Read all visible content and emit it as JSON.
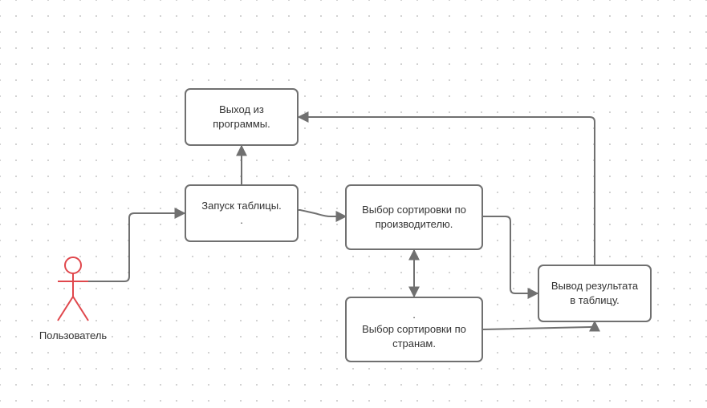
{
  "diagram": {
    "actor": {
      "label": "Пользователь",
      "color": "#e0474c"
    },
    "nodes": {
      "exit": {
        "line1": "Выход из",
        "line2": "программы."
      },
      "launch": {
        "line1": "Запуск таблицы.",
        "line2": "."
      },
      "sort_manufacturer": {
        "line1": "Выбор сортировки по",
        "line2": "производителю."
      },
      "sort_country": {
        "line0": ".",
        "line1": "Выбор сортировки по",
        "line2": "странам."
      },
      "output": {
        "line1": "Вывод результата",
        "line2": "в таблицу."
      }
    },
    "edges": [
      {
        "from": "actor",
        "to": "launch"
      },
      {
        "from": "launch",
        "to": "exit"
      },
      {
        "from": "launch",
        "to": "sort_manufacturer"
      },
      {
        "from": "sort_manufacturer",
        "to": "sort_country",
        "bidirectional": true
      },
      {
        "from": "sort_manufacturer",
        "to": "output"
      },
      {
        "from": "sort_country",
        "to": "output"
      },
      {
        "from": "output",
        "to": "exit"
      }
    ],
    "colors": {
      "stroke": "#707070",
      "text": "#333333",
      "grid_dot": "#cfcfcf"
    }
  }
}
